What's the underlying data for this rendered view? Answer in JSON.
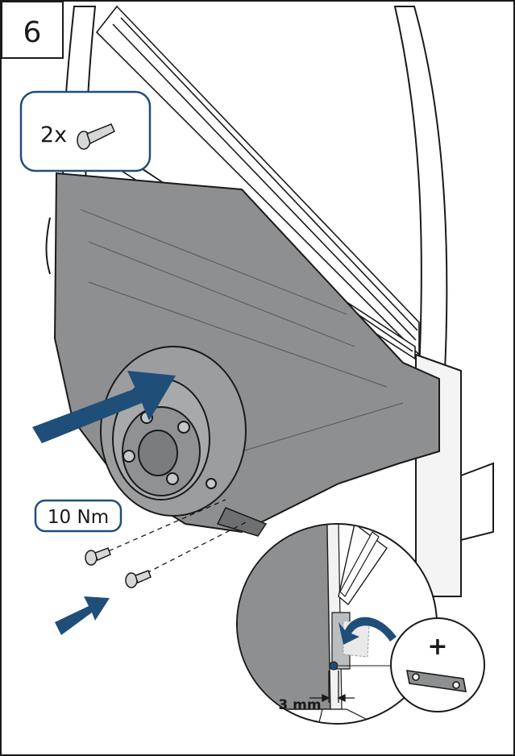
{
  "step": {
    "number": "6"
  },
  "parts_callout": {
    "quantity": "2x",
    "icon": "screw-icon"
  },
  "torque": {
    "label": "10 Nm"
  },
  "detail": {
    "gap_label": "3 mm",
    "add_symbol": "+",
    "part_icon": "bracket-clip-icon"
  },
  "colors": {
    "arrow": "#1f4e79",
    "cover_fill": "#8e8f90",
    "cover_dark": "#6e6f70",
    "outline": "#1a1a1a",
    "frame_light": "#f1f1f1"
  }
}
